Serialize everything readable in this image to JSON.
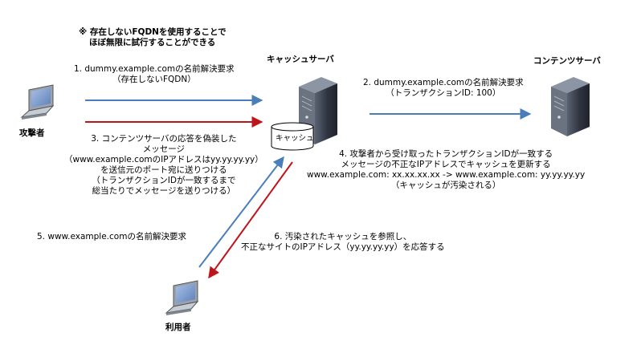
{
  "note": {
    "lines": [
      "※ 存在しないFQDNを使用することで",
      "ほぼ無限に試行することができる"
    ]
  },
  "nodes": {
    "attacker": "攻撃者",
    "cache_server": "キャッシュサーバ",
    "cache": "キャッシュ",
    "content_server": "コンテンツサーバ",
    "user": "利用者"
  },
  "steps": {
    "s1": [
      "1. dummy.example.comの名前解決要求",
      "（存在しないFQDN）"
    ],
    "s2": [
      "2. dummy.example.comの名前解決要求",
      "（トランザクションID: 100）"
    ],
    "s3": [
      "3. コンテンツサーバの応答を偽装した",
      "メッセージ",
      "（www.example.comのIPアドレスはyy.yy.yy.yy）",
      "を送信元のポート宛に送りつける",
      "（トランザクションIDが一致するまで",
      "総当たりでメッセージを送りつける）"
    ],
    "s4": [
      "4. 攻撃者から受け取ったトランザクションIDが一致する",
      "メッセージの不正なIPアドレスでキャッシュを更新する",
      "www.example.com: xx.xx.xx.xx -> www.example.com: yy.yy.yy.yy",
      "（キャッシュが汚染される）"
    ],
    "s5": [
      "5. www.example.comの名前解決要求"
    ],
    "s6": [
      "6. 汚染されたキャッシュを参照し、",
      "不正なサイトのIPアドレス（yy.yy.yy.yy）を応答する"
    ]
  },
  "colors": {
    "blue_arrow": "#4a7ebb",
    "red_arrow": "#c0141c",
    "laptop_screen": "#7f9fd0",
    "server_dark": "#3b4250"
  }
}
